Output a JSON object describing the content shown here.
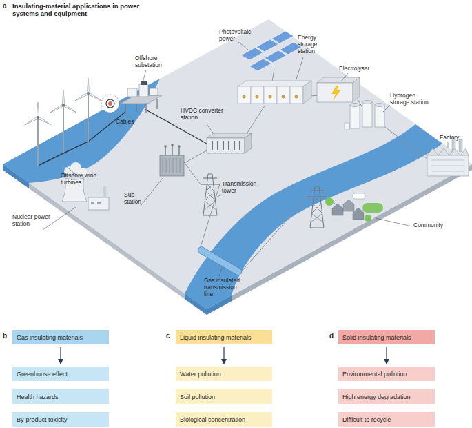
{
  "diagram": {
    "title": "Insulating-material applications in power systems and equipment",
    "nodes": [
      {
        "text": [
          "Gas insulating materials"
        ]
      },
      {
        "text": [
          "Greenhouse effect"
        ]
      },
      {
        "text": [
          "Health hazards"
        ]
      },
      {
        "text": [
          "By-product toxicity"
        ]
      },
      {
        "text": [
          "Liquid insulating materials"
        ]
      },
      {
        "text": [
          "Water pollution"
        ]
      },
      {
        "text": [
          "Soil pollution"
        ]
      },
      {
        "text": [
          "Biological concentration"
        ]
      },
      {
        "text": [
          "Solid insulating materials"
        ]
      },
      {
        "text": [
          "Environmental pollution"
        ]
      },
      {
        "text": [
          "High energy degradation"
        ]
      },
      {
        "text": [
          "Difficult to recycle"
        ]
      }
    ],
    "edges": [
      {
        "from": 0,
        "to": 1,
        "arrow": "to"
      },
      {
        "from": 4,
        "to": 5,
        "arrow": "to"
      },
      {
        "from": 8,
        "to": 9,
        "arrow": "to"
      }
    ],
    "labels": [
      "a",
      "Photovoltaic power",
      "Energy storage station",
      "Electrolyser",
      "Offshore substation",
      "HVDC converter station",
      "Hydrogen storage station",
      "Cables",
      "Factory",
      "Offshore wind turbines",
      "Sub station",
      "Transmission tower",
      "Nuclear power station",
      "Community",
      "Gas insulated transmission line",
      "b",
      "c",
      "d"
    ]
  }
}
